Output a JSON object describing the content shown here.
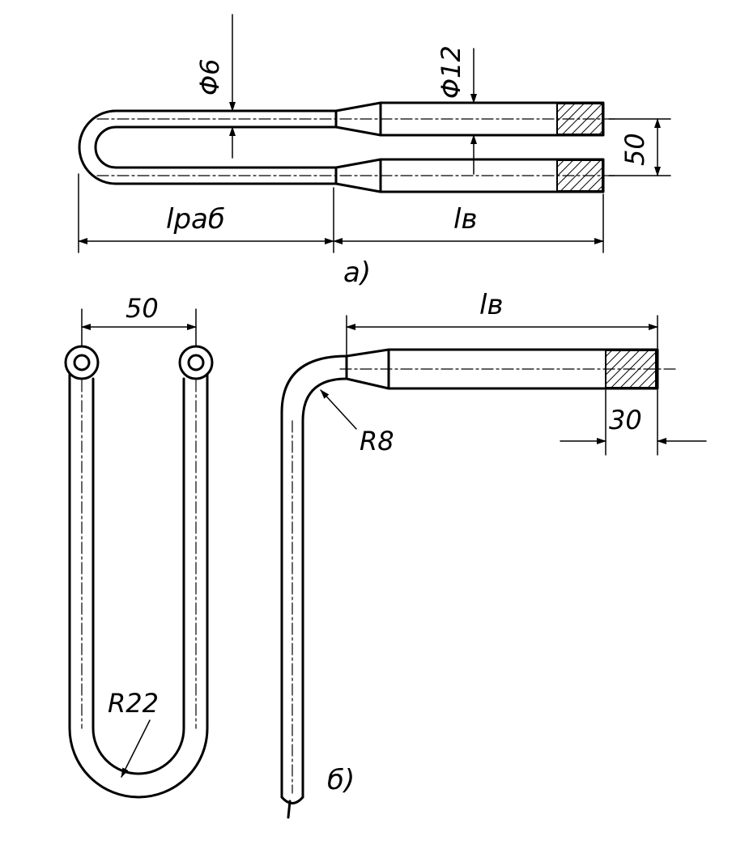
{
  "figure_a": {
    "caption": "а)",
    "dim_diameter_small": "Φ6",
    "dim_diameter_large": "Φ12",
    "dim_spacing": "50",
    "dim_working_length": "lраб",
    "dim_lead_length": "lв"
  },
  "figure_b": {
    "caption": "б)",
    "dim_spacing": "50",
    "dim_bend_radius_large": "R22",
    "dim_bend_radius_small": "R8",
    "dim_lead_length": "lв",
    "dim_thread_length": "30"
  }
}
